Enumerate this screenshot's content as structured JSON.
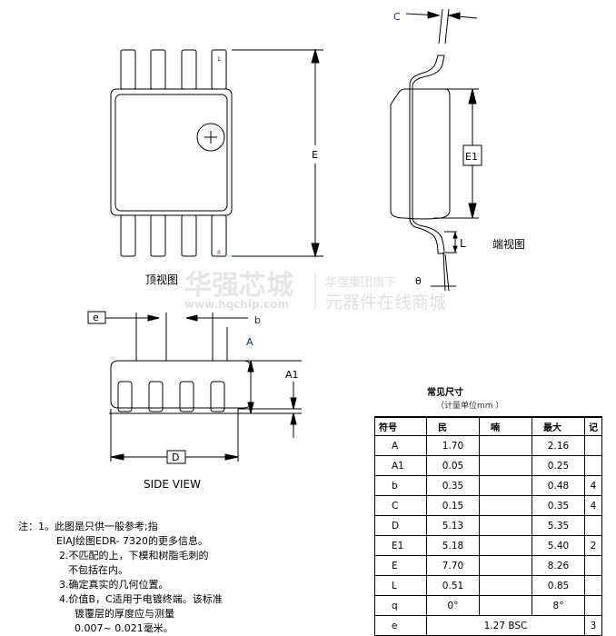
{
  "watermark": {
    "brand": "华强芯城",
    "url": "www.hqchip.com",
    "tagline1": "华强集团旗下",
    "tagline2": "元器件在线商城"
  },
  "top_view": {
    "caption": "顶视图",
    "dim_E": "E",
    "pin1_label": "1",
    "pin8_label": "8"
  },
  "end_view": {
    "caption": "端视图",
    "dim_C": "C",
    "dim_E1": "E1",
    "dim_L": "L",
    "dim_theta": "θ"
  },
  "side_view": {
    "caption": "SIDE VIEW",
    "dim_e": "e",
    "dim_b": "b",
    "dim_A": "A",
    "dim_A1": "A1",
    "dim_D": "D"
  },
  "table": {
    "title": "常见尺寸",
    "subtitle": "（计量单位mm ）",
    "headers": [
      "符号",
      "民",
      "喃",
      "最大",
      "记"
    ],
    "rows": [
      [
        "A",
        "1.70",
        "",
        "2.16",
        ""
      ],
      [
        "A1",
        "0.05",
        "",
        "0.25",
        ""
      ],
      [
        "b",
        "0.35",
        "",
        "0.48",
        "4"
      ],
      [
        "C",
        "0.15",
        "",
        "0.35",
        "4"
      ],
      [
        "D",
        "5.13",
        "",
        "5.35",
        ""
      ],
      [
        "E1",
        "5.18",
        "",
        "5.40",
        "2"
      ],
      [
        "E",
        "7.70",
        "",
        "8.26",
        ""
      ],
      [
        "L",
        "0.51",
        "",
        "0.85",
        ""
      ],
      [
        "q",
        "0°",
        "",
        "8°",
        ""
      ]
    ],
    "last_row": {
      "symbol": "e",
      "value": "1.27 BSC",
      "note": "3"
    }
  },
  "notes": [
    "注：1。此图是只供一般参考;指",
    "EIAJ绘图EDR- 7320的更多信息。",
    "2.不匹配的上，下模和树脂毛刺的",
    "不包括在内。",
    "3.确定真实的几何位置。",
    "4.价值B，C适用于电镀终端。该标准",
    "镀覆层的厚度应与测量",
    "0.007~ 0.021毫米。"
  ]
}
